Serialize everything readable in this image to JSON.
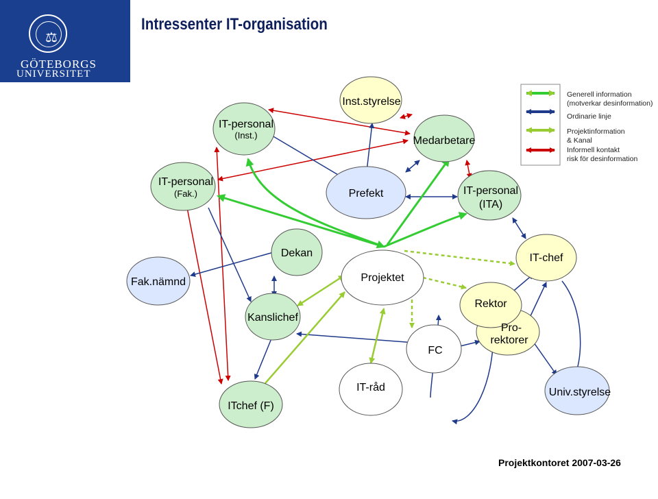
{
  "header": {
    "title": "Intressenter IT-organisation"
  },
  "logo": {
    "line1": "GÖTEBORGS",
    "line2": "UNIVERSITET"
  },
  "footer": "Projektkontoret 2007-03-26",
  "legend": [
    {
      "label": "Generell information",
      "label2": "(motverkar desinformation)",
      "color": "#33cc33"
    },
    {
      "label": "Ordinarie linje",
      "label2": "",
      "color": "#1f3a8a"
    },
    {
      "label": "Projektinformation",
      "label2": "& Kanal",
      "color": "#99cc33"
    },
    {
      "label": "Informell kontakt",
      "label2": "risk för desinformation",
      "color": "#cc0000"
    }
  ],
  "nodes": {
    "itpers_inst": {
      "line1": "IT-personal",
      "line2": "(Inst.)",
      "fill": "#cceecc"
    },
    "inst_styrelse": {
      "line1": "Inst.styrelse",
      "line2": "",
      "fill": "#ffffcc"
    },
    "medarbetare": {
      "line1": "Medarbetare",
      "line2": "",
      "fill": "#cceecc"
    },
    "itpers_fak": {
      "line1": "IT-personal",
      "line2": "(Fak.)",
      "fill": "#cceecc"
    },
    "prefekt": {
      "line1": "Prefekt",
      "line2": "",
      "fill": "#dbe7ff"
    },
    "itpers_ita": {
      "line1": "IT-personal",
      "line2": "(ITA)",
      "fill": "#cceecc"
    },
    "dekan": {
      "line1": "Dekan",
      "line2": "",
      "fill": "#cceecc"
    },
    "it_chef": {
      "line1": "IT-chef",
      "line2": "",
      "fill": "#ffffcc"
    },
    "fak_namnd": {
      "line1": "Fak.nämnd",
      "line2": "",
      "fill": "#dbe7ff"
    },
    "projektet": {
      "line1": "Projektet",
      "line2": "",
      "fill": "#ffffff"
    },
    "kanslichef": {
      "line1": "Kanslichef",
      "line2": "",
      "fill": "#cceecc"
    },
    "rektor": {
      "line1": "Rektor",
      "line2": "",
      "fill": "#ffffcc"
    },
    "prorektorer": {
      "line1": "Pro-",
      "line2": "rektorer",
      "fill": "#ffffcc"
    },
    "fc": {
      "line1": "FC",
      "line2": "",
      "fill": "#ffffff"
    },
    "it_rad": {
      "line1": "IT-råd",
      "line2": "",
      "fill": "#ffffff"
    },
    "itchef_f": {
      "line1": "ITchef (F)",
      "line2": "",
      "fill": "#cceecc"
    },
    "univ_styrelse": {
      "line1": "Univ.styrelse",
      "line2": "",
      "fill": "#dbe7ff"
    }
  }
}
